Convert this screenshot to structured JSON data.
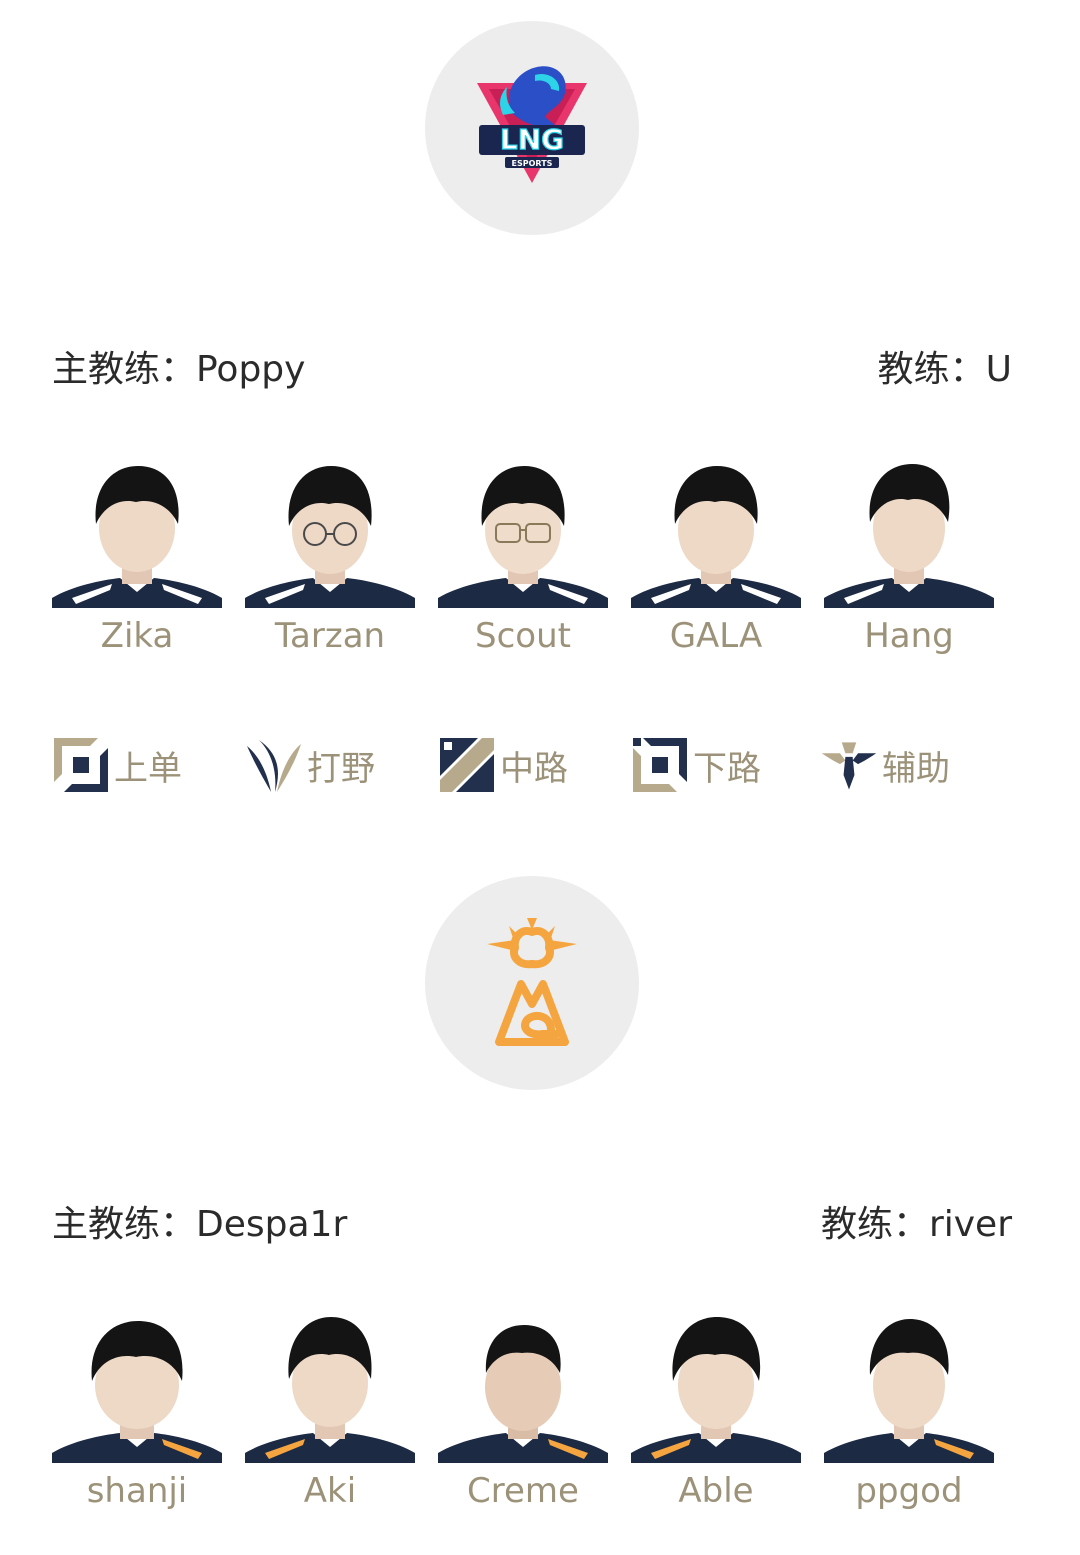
{
  "teams": [
    {
      "logo": "lng-esports-logo",
      "logo_text": "LNG",
      "logo_subtext": "ESPORTS",
      "head_coach": "主教练：Poppy",
      "coach": "教练：U",
      "players": [
        {
          "name": "Zika"
        },
        {
          "name": "Tarzan"
        },
        {
          "name": "Scout"
        },
        {
          "name": "GALA"
        },
        {
          "name": "Hang"
        }
      ]
    },
    {
      "logo": "ag-logo",
      "head_coach": "主教练：Despa1r",
      "coach": "教练：river",
      "players": [
        {
          "name": "shanji"
        },
        {
          "name": "Aki"
        },
        {
          "name": "Creme"
        },
        {
          "name": "Able"
        },
        {
          "name": "ppgod"
        }
      ]
    }
  ],
  "roles": [
    {
      "label": "上单",
      "icon": "top-lane-icon"
    },
    {
      "label": "打野",
      "icon": "jungle-icon"
    },
    {
      "label": "中路",
      "icon": "mid-lane-icon"
    },
    {
      "label": "下路",
      "icon": "bot-lane-icon"
    },
    {
      "label": "辅助",
      "icon": "support-icon"
    }
  ],
  "colors": {
    "name_gold": "#9c9279",
    "icon_navy": "#23304d",
    "icon_gold": "#b7aa8c",
    "jersey_navy": "#1d2a44",
    "hair": "#141414",
    "skin": "#eed8c6",
    "logo_circle": "#ededed",
    "ag_orange": "#f5a540",
    "lng_pink": "#e8356b",
    "lng_cyan": "#2dd3e6",
    "lng_blue": "#2a4fc7"
  }
}
